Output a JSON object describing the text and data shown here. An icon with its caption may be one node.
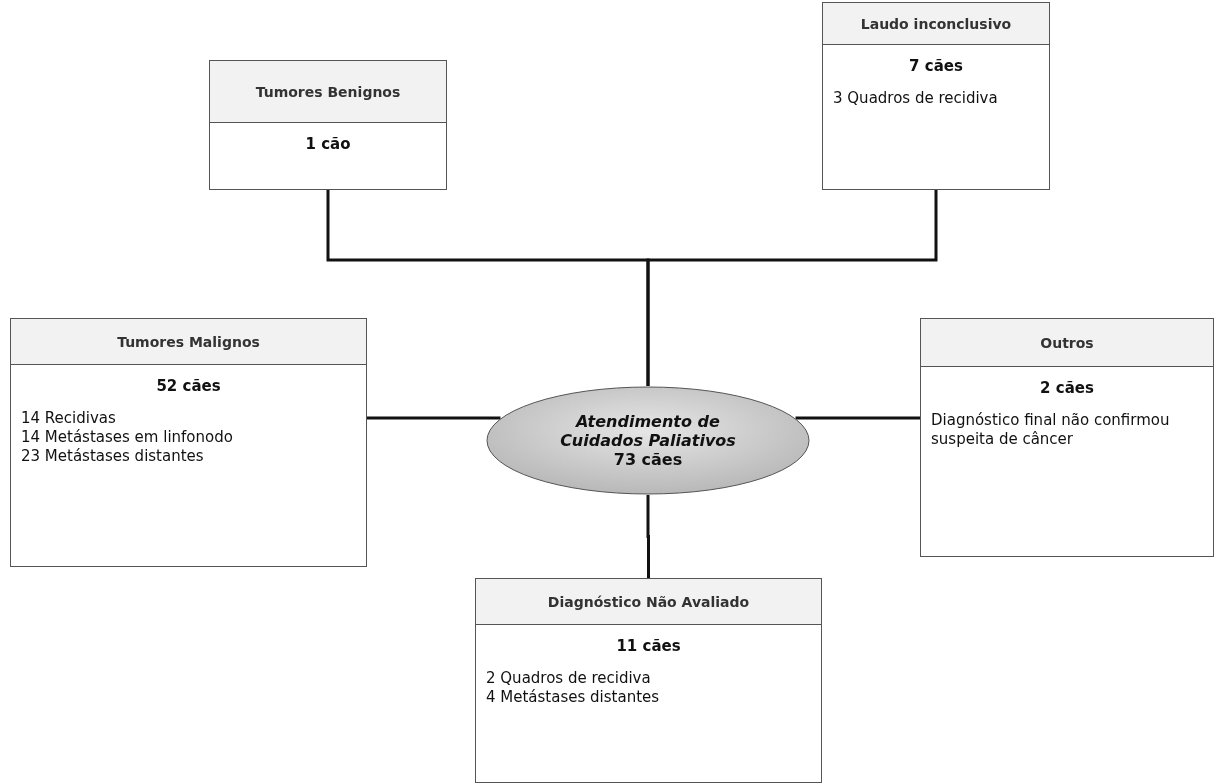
{
  "diagram": {
    "nodes": [
      {
        "text": [
          "Atendimento de Cuidados Paliativos",
          "73 cães"
        ]
      },
      {
        "text": [
          "Tumores Benignos",
          "1 cão"
        ]
      },
      {
        "text": [
          "Laudo inconclusivo",
          "7 cães",
          "3 Quadros de recidiva"
        ]
      },
      {
        "text": [
          "Tumores Malignos",
          "52 cães",
          "14 Recidivas",
          "14 Metástases em linfonodo",
          "23 Metástases distantes"
        ]
      },
      {
        "text": [
          "Outros",
          "2 cães",
          "Diagnóstico final não confirmou suspeita de câncer"
        ]
      },
      {
        "text": [
          "Diagnóstico Não Avaliado",
          "11 cães",
          "2 Quadros de recidiva",
          "4 Metástases distantes"
        ]
      }
    ],
    "edges": [
      {
        "from": 0,
        "to": 1,
        "arrow": "none"
      },
      {
        "from": 0,
        "to": 2,
        "arrow": "none"
      },
      {
        "from": 0,
        "to": 3,
        "arrow": "none"
      },
      {
        "from": 0,
        "to": 4,
        "arrow": "none"
      },
      {
        "from": 0,
        "to": 5,
        "arrow": "none"
      }
    ]
  }
}
